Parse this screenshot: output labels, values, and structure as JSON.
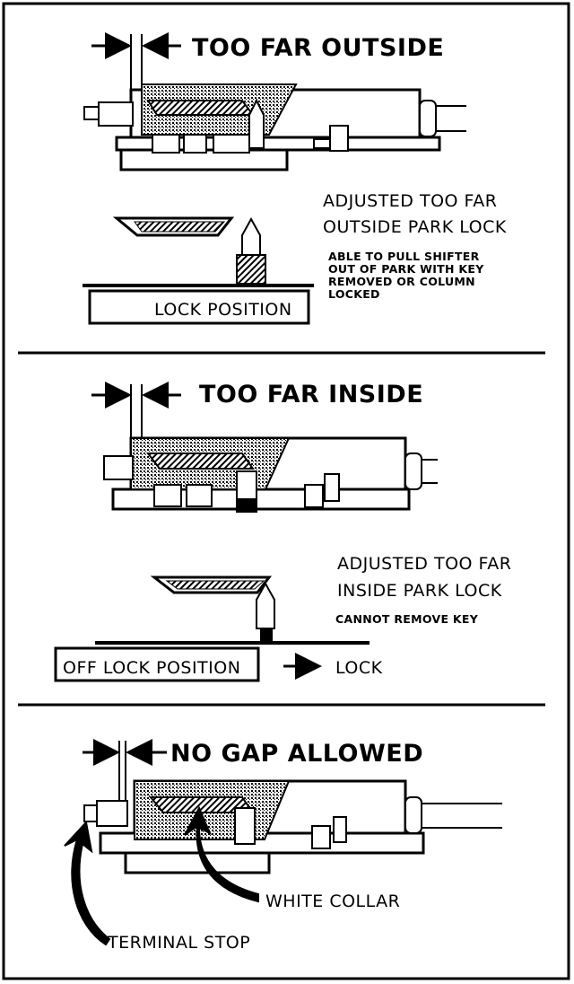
{
  "panels": [
    {
      "title": "TOO FAR OUTSIDE",
      "caption_lines": [
        "ADJUSTED TOO FAR",
        "OUTSIDE PARK LOCK"
      ],
      "note_lines": [
        "ABLE TO PULL SHIFTER",
        "OUT OF PARK WITH KEY",
        "REMOVED OR COLUMN",
        "LOCKED"
      ],
      "position_label": "LOCK POSITION"
    },
    {
      "title": "TOO FAR INSIDE",
      "caption_lines": [
        "ADJUSTED TOO FAR",
        "INSIDE PARK LOCK"
      ],
      "note_lines": [
        "CANNOT REMOVE KEY"
      ],
      "position_label": "OFF LOCK POSITION",
      "direction_label": "LOCK"
    },
    {
      "title": "NO GAP ALLOWED",
      "callouts": [
        "WHITE COLLAR",
        "TERMINAL STOP"
      ]
    }
  ]
}
